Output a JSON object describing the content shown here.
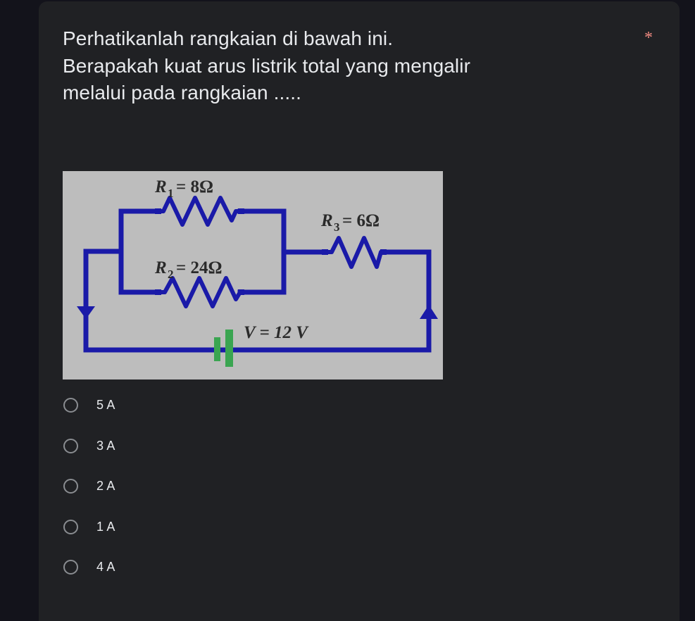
{
  "form": {
    "required_marker": "*",
    "question_text": "Perhatikanlah rangkaian di bawah ini.\nBerapakah kuat arus listrik total yang mengalir\nmelalui pada rangkaian .....",
    "options": [
      {
        "label": "5 A",
        "selected": false
      },
      {
        "label": "3 A",
        "selected": false
      },
      {
        "label": "2 A",
        "selected": false
      },
      {
        "label": "1 A",
        "selected": false
      },
      {
        "label": "4 A",
        "selected": false
      }
    ]
  },
  "circuit": {
    "background_color": "#bdbdbd",
    "wire_color": "#1a1aa8",
    "battery_color": "#3aa551",
    "label_color": "#2a2a2a",
    "labels": {
      "r1": "R₁ = 8Ω",
      "r2": "R₂ = 24Ω",
      "r3": "R₃ = 6Ω",
      "v": "V = 12 V"
    },
    "components": [
      {
        "name": "R1",
        "type": "resistor",
        "value": "8Ω",
        "branch": "parallel-top"
      },
      {
        "name": "R2",
        "type": "resistor",
        "value": "24Ω",
        "branch": "parallel-bottom"
      },
      {
        "name": "R3",
        "type": "resistor",
        "value": "6Ω",
        "branch": "series"
      },
      {
        "name": "V",
        "type": "battery",
        "value": "12 V",
        "branch": "source"
      }
    ],
    "current_direction_arrows": [
      "down-left",
      "up-right"
    ]
  },
  "colors": {
    "page_background": "#13131b",
    "card_background": "#202124",
    "text_primary": "#e8eaed",
    "asterisk": "#f28b82",
    "radio_border": "#8a8d91"
  }
}
